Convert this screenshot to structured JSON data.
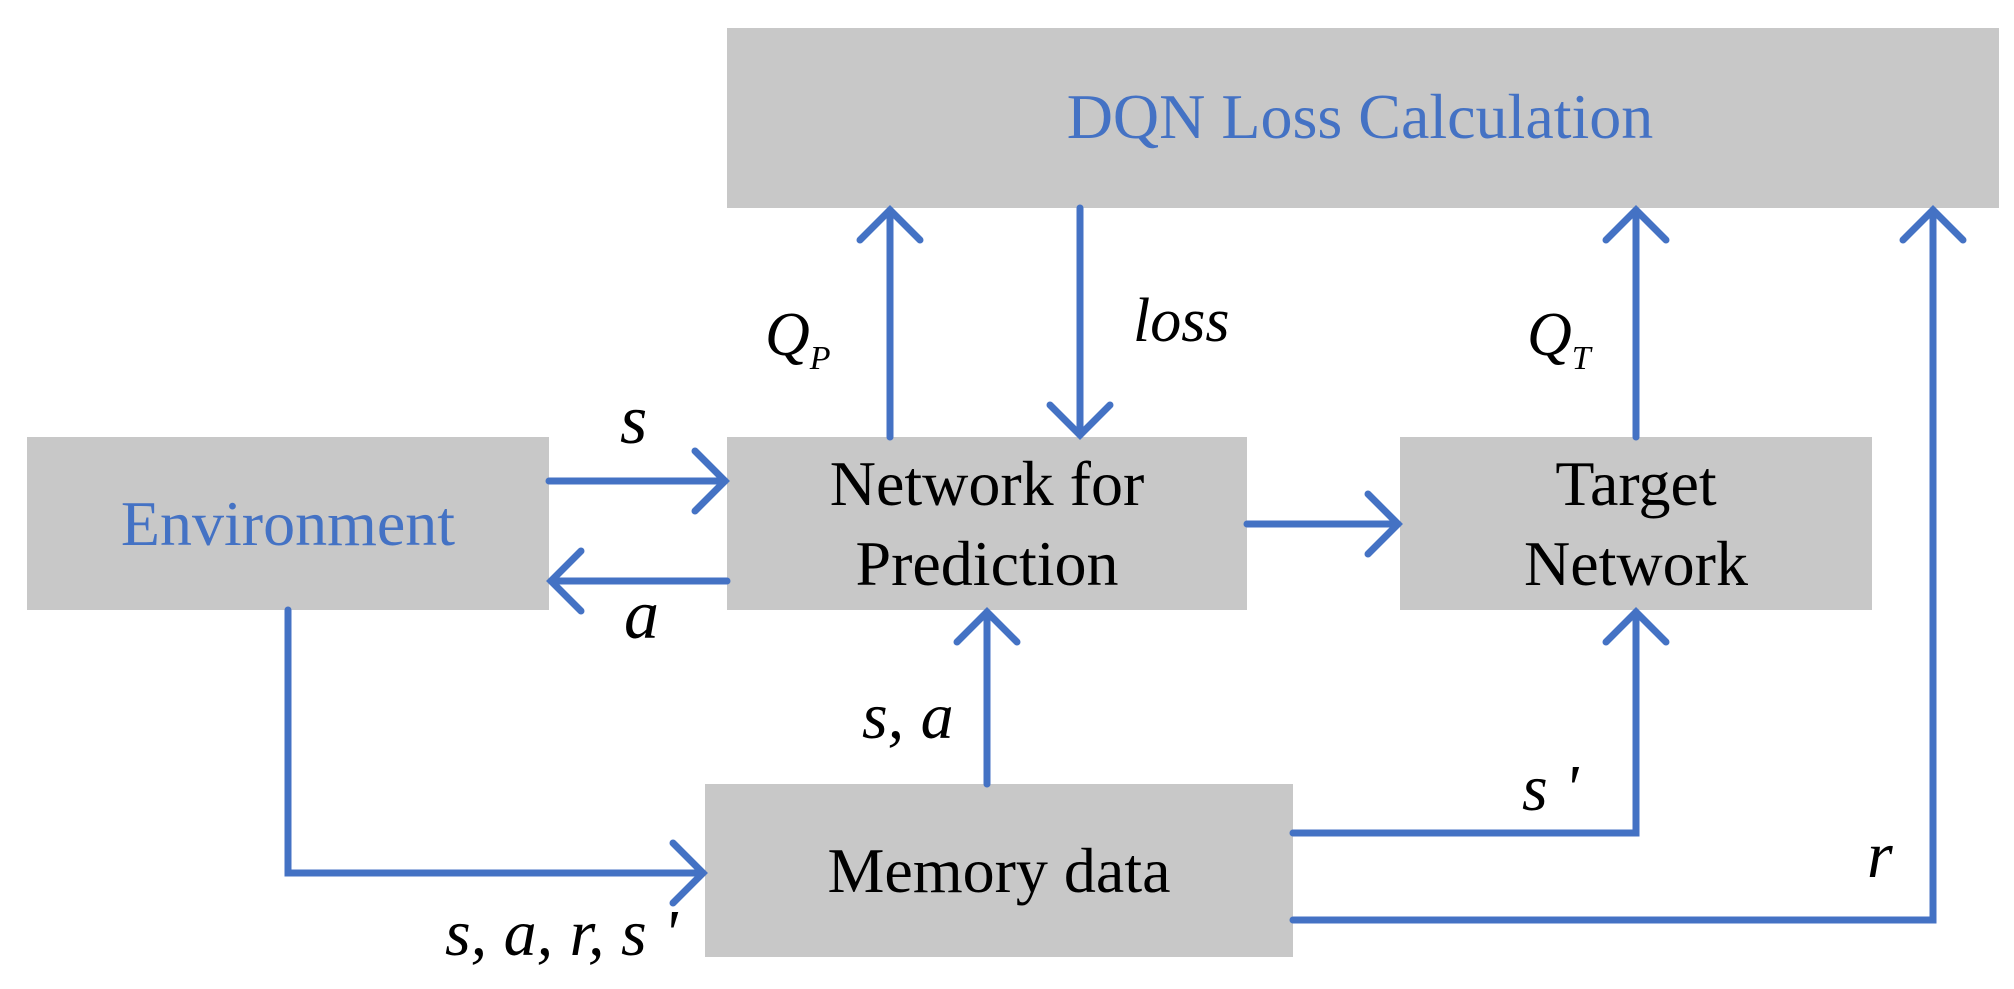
{
  "colors": {
    "box_fill": "#C8C8C8",
    "arrow": "#4472C4",
    "blue_text": "#4472C4",
    "black_text": "#000000"
  },
  "boxes": {
    "loss_calc": "DQN Loss Calculation",
    "environment": "Environment",
    "prediction_line1": "Network for",
    "prediction_line2": "Prediction",
    "target_line1": "Target",
    "target_line2": "Network",
    "memory": "Memory data"
  },
  "labels": {
    "q_p": "Q",
    "q_p_sub": "P",
    "loss": "loss",
    "q_t": "Q",
    "q_t_sub": "T",
    "s_in": "s",
    "a_out": "a",
    "s_a": "s, a",
    "s_prime": "s '",
    "r": "r",
    "s_a_r_s_prime": "s, a, r, s '"
  }
}
